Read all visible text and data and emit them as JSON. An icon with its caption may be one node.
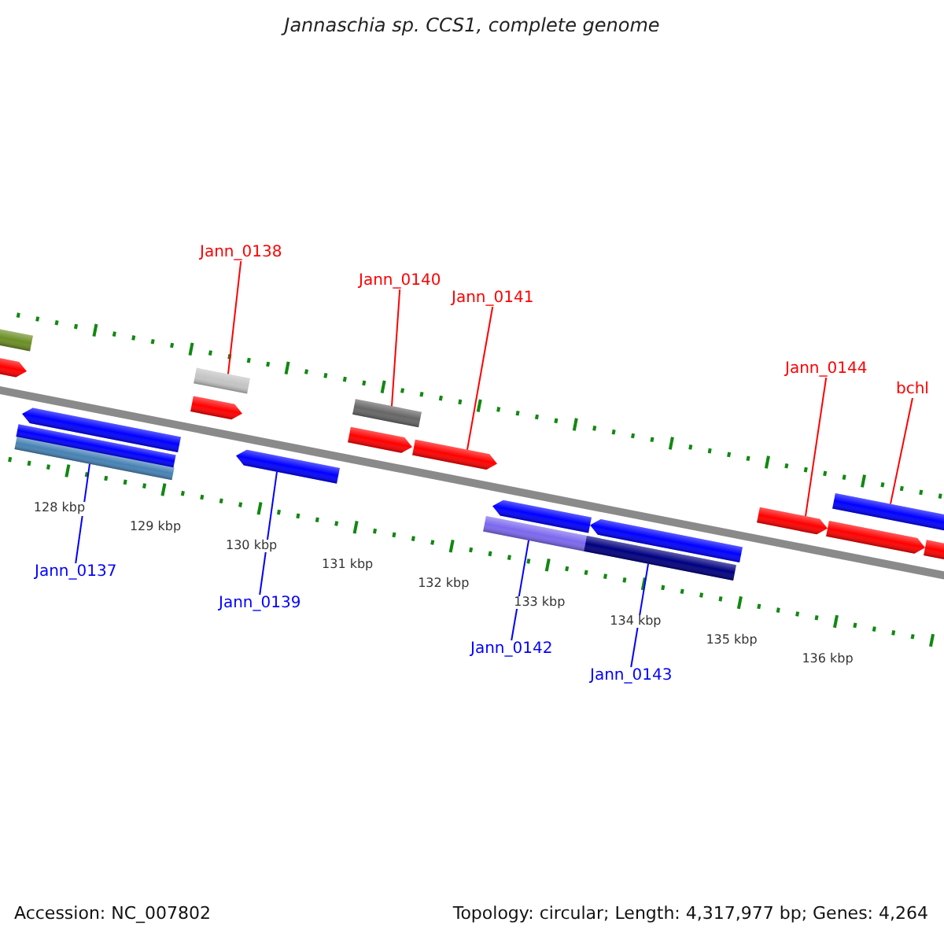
{
  "diagram": {
    "title": "Jannaschia sp. CCS1, complete genome",
    "nodes": [
      {
        "text": [
          "Jann_0138"
        ]
      },
      {
        "text": [
          "Jann_0140"
        ]
      },
      {
        "text": [
          "Jann_0141"
        ]
      },
      {
        "text": [
          "Jann_0144"
        ]
      },
      {
        "text": [
          "bchl"
        ]
      },
      {
        "text": [
          "Jann_0137"
        ]
      },
      {
        "text": [
          "Jann_0139"
        ]
      },
      {
        "text": [
          "Jann_0142"
        ]
      },
      {
        "text": [
          "Jann_0143"
        ]
      },
      {
        "text": [],
        "shape": "bar"
      },
      {
        "text": [],
        "shape": "arrow"
      },
      {
        "text": [],
        "shape": "bar"
      },
      {
        "text": [],
        "shape": "bar"
      },
      {
        "text": [],
        "shape": "arrow"
      },
      {
        "text": [],
        "shape": "arrow"
      },
      {
        "text": [],
        "shape": "bar"
      },
      {
        "text": [],
        "shape": "arrow"
      },
      {
        "text": [],
        "shape": "arrow"
      },
      {
        "text": [],
        "shape": "bar"
      },
      {
        "text": [],
        "shape": "arrow"
      },
      {
        "text": [],
        "shape": "bar"
      },
      {
        "text": [],
        "shape": "arrow"
      },
      {
        "text": [],
        "shape": "bar"
      },
      {
        "text": [],
        "shape": "arrow"
      },
      {
        "text": [],
        "shape": "arrow"
      },
      {
        "text": [],
        "shape": "arrow"
      },
      {
        "text": [],
        "shape": "bar"
      },
      {
        "text": [],
        "shape": "arrow"
      }
    ],
    "edges": [
      {
        "from": 0,
        "to": 15,
        "arrow": "none"
      },
      {
        "from": 1,
        "to": 18,
        "arrow": "none"
      },
      {
        "from": 2,
        "to": 19,
        "arrow": "none"
      },
      {
        "from": 3,
        "to": 24,
        "arrow": "none"
      },
      {
        "from": 4,
        "to": 26,
        "arrow": "none"
      },
      {
        "from": 5,
        "to": 11,
        "arrow": "none",
        "color": "#0000ff"
      },
      {
        "from": 6,
        "to": 16,
        "arrow": "none",
        "color": "#0000ff"
      },
      {
        "from": 7,
        "to": 20,
        "arrow": "none",
        "color": "#0000ff"
      },
      {
        "from": 8,
        "to": 22,
        "arrow": "none",
        "color": "#0000ff"
      }
    ],
    "labels": [
      "128 kbp",
      "129 kbp",
      "130 kbp",
      "131 kbp",
      "132 kbp",
      "133 kbp",
      "134 kbp",
      "135 kbp",
      "136 kbp",
      "Accession: NC_007802",
      "Topology: circular; Length: 4,317,977 bp; Genes: 4,264"
    ]
  }
}
